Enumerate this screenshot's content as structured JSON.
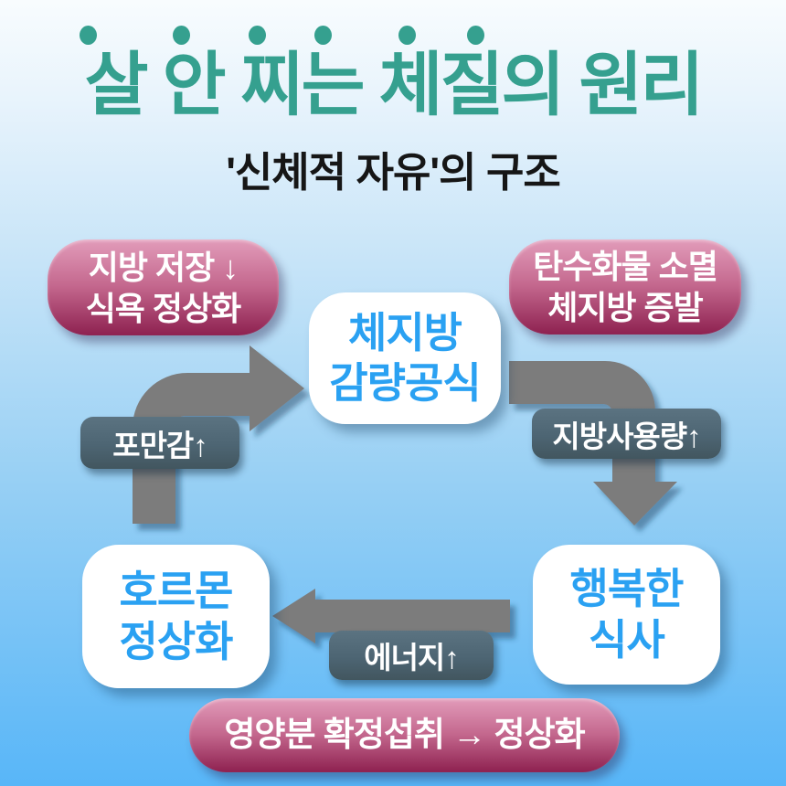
{
  "title": "살 안 찌는 체질의 원리",
  "subtitle": "'신체적 자유'의 구조",
  "decor": {
    "dot_count": 6
  },
  "nodes": {
    "center": {
      "lines": [
        "체지방",
        "감량공식"
      ]
    },
    "bottom_left": {
      "lines": [
        "호르몬",
        "정상화"
      ]
    },
    "bottom_right": {
      "lines": [
        "행복한",
        "식사"
      ]
    }
  },
  "badges": {
    "top_left": {
      "lines": [
        "지방 저장 ↓",
        "식욕 정상화"
      ]
    },
    "top_right": {
      "lines": [
        "탄수화물 소멸",
        "체지방 증발"
      ]
    },
    "bottom": {
      "text": "영양분 확정섭취 → 정상화"
    }
  },
  "arrow_labels": {
    "left": "포만감↑",
    "right": "지방사용량↑",
    "bottom": "에너지↑"
  },
  "colors": {
    "title_teal": "#35a08f",
    "node_text_blue": "#2aa1f2",
    "pink_badge_top": "#e29cba",
    "pink_badge_bottom": "#8e2150",
    "slate_label": "#4d6573",
    "arrow_gray": "#7c7c7c",
    "background_top": "#f8fcfe",
    "background_bottom": "#58b6f8"
  }
}
